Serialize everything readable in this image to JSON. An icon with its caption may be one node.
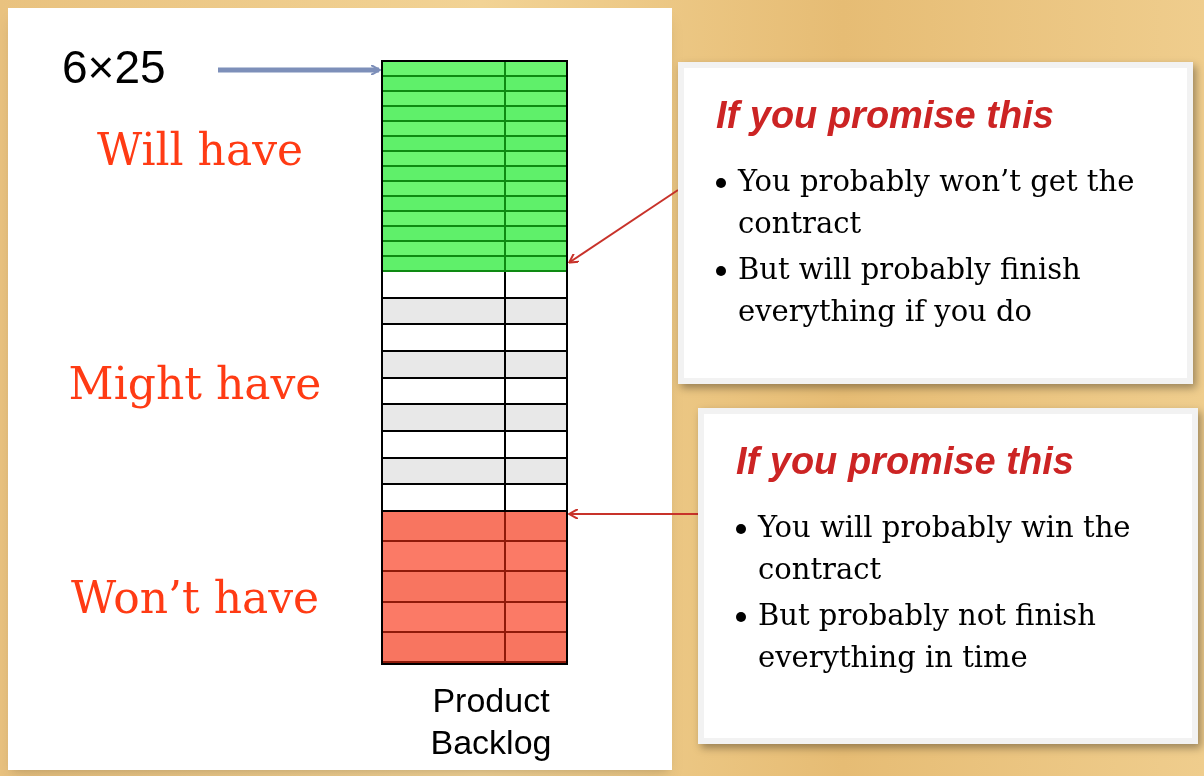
{
  "diagram": {
    "nodes": [
      {
        "text": [
          "6×25"
        ]
      },
      {
        "text": [
          "Product Backlog"
        ]
      },
      {
        "text": [],
        "shape": "bar",
        "in": 1
      },
      {
        "text": [],
        "shape": "bar",
        "in": 1
      },
      {
        "text": [],
        "shape": "bar",
        "in": 1
      },
      {
        "text": [
          "If you promise this",
          "You probably won’t get the contract",
          "But will probably finish everything if you do"
        ]
      },
      {
        "text": [
          "If you promise this",
          "You will probably win the contract",
          "But probably not finish everything in time"
        ]
      }
    ],
    "edges": [
      {
        "from": 0,
        "to": 2,
        "arrow": "to",
        "style": "thick",
        "color": "#7d8fb9"
      },
      {
        "from": 5,
        "to": 2,
        "arrow": "to"
      },
      {
        "from": 6,
        "to": 4,
        "arrow": "to"
      }
    ],
    "labels": [
      "Will have",
      "Might have",
      "Won’t have"
    ]
  }
}
